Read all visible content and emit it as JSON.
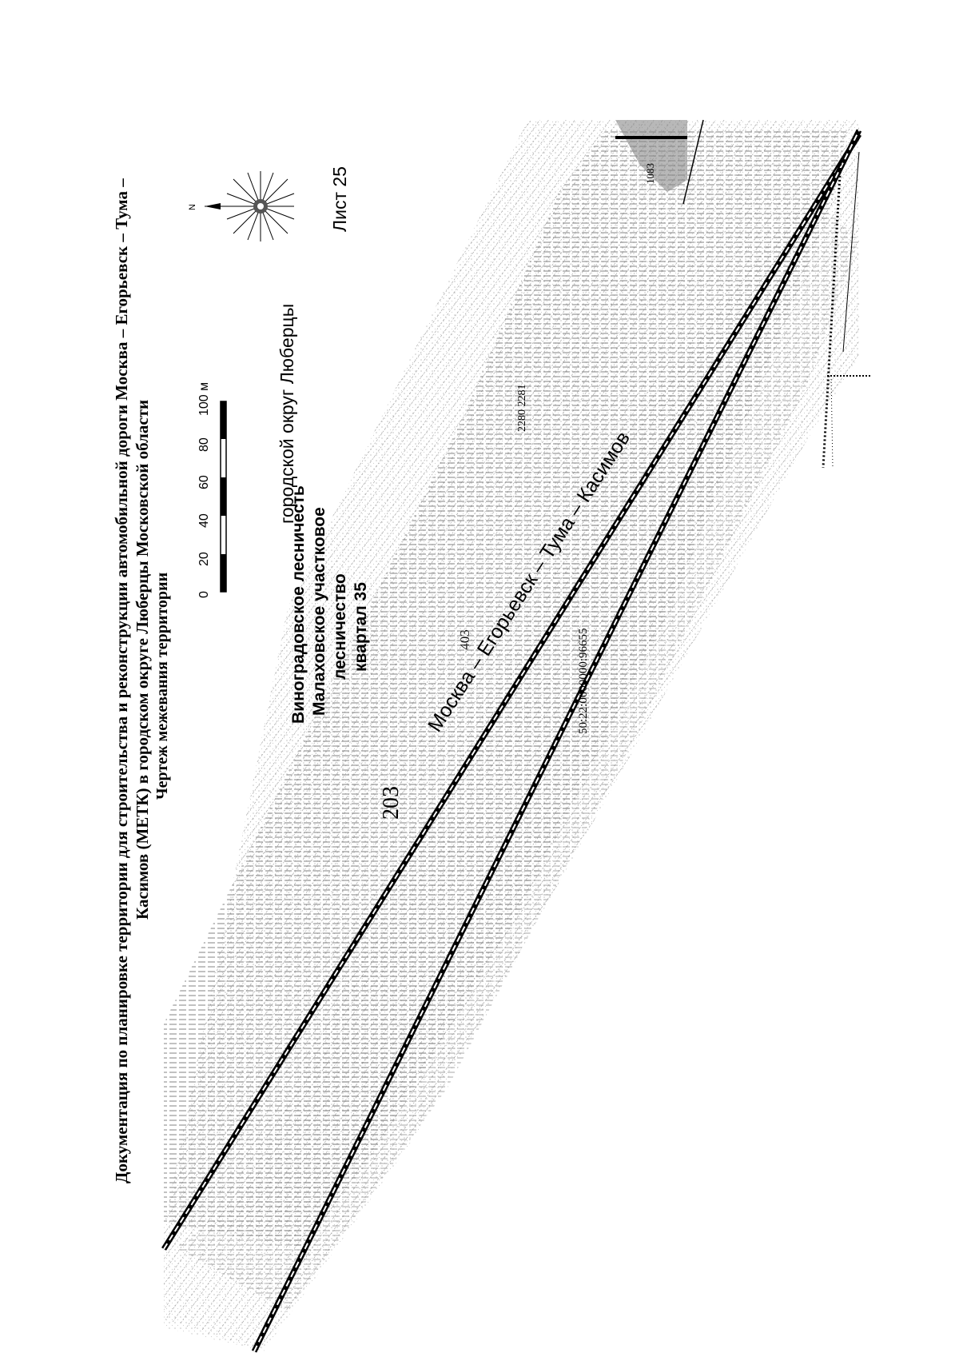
{
  "page_number": "403",
  "title": {
    "line1": "Документация по планировке территории для строительства и реконструкции автомобильной дороги Москва – Егорьевск – Тума –",
    "line2": "Касимов (МЕТК) в городском округе Люберцы Московской области",
    "line3": "Чертеж межевания территории"
  },
  "scale_bar": {
    "ticks": [
      "0",
      "20",
      "40",
      "60",
      "80",
      "100 м"
    ]
  },
  "compass": {
    "north_label": "N",
    "icon": "compass-rose-icon"
  },
  "labels": {
    "district": "городской округ Люберцы",
    "sheet": "Лист 25",
    "forestry": [
      "Виноградовское лесничесть",
      "Малаховское участковое",
      "лесничество",
      "квартал 35"
    ],
    "zone_number": "203",
    "road_name": "Москва – Егорьевск – Тума – Касимов",
    "cadastral": "50:22:0000000:96655",
    "points": "2280 2281",
    "parcel": "1083"
  },
  "colors": {
    "ink": "#000000",
    "hatch": "#777777",
    "paper": "#ffffff"
  }
}
